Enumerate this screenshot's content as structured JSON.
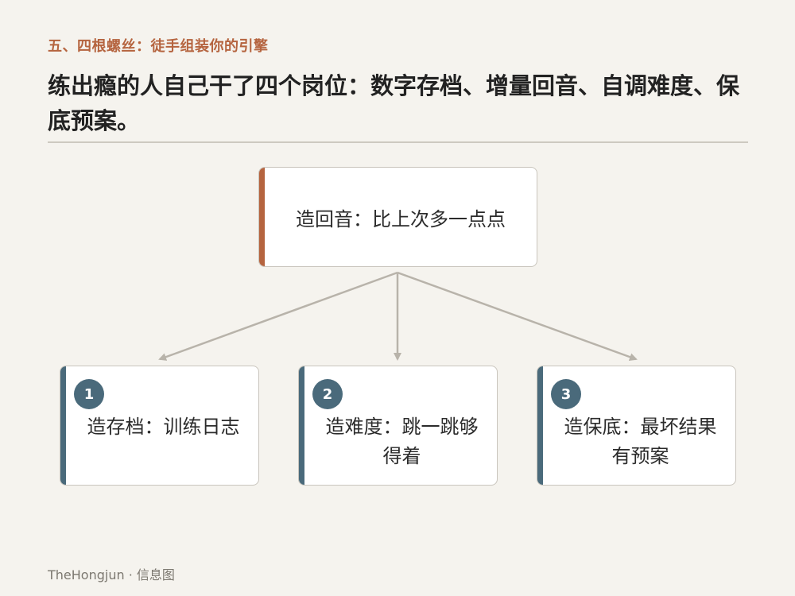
{
  "section_label": "五、四根螺丝：徒手组装你的引擎",
  "headline": "练出瘾的人自己干了四个岗位：数字存档、增量回音、自调难度、保底预案。",
  "root": {
    "label": "造回音：比上次多一点点"
  },
  "children": [
    {
      "number": "1",
      "label": "造存档：训练日志"
    },
    {
      "number": "2",
      "label": "造难度：跳一跳够得着"
    },
    {
      "number": "3",
      "label": "造保底：最坏结果有预案"
    }
  ],
  "footer": "TheHongjun · 信息图",
  "colors": {
    "background": "#f5f3ee",
    "accent_orange": "#b5643f",
    "accent_slate": "#4a6a7b",
    "connector": "#b8b3aa"
  }
}
